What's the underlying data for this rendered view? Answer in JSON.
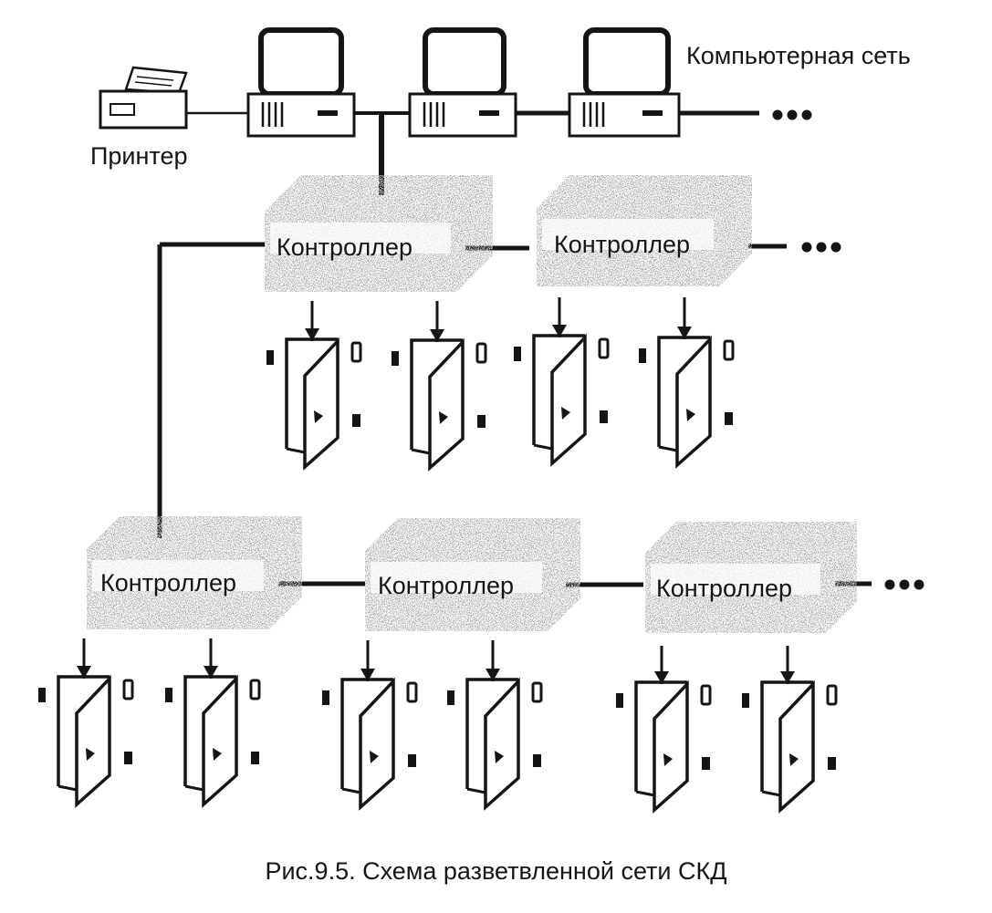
{
  "diagram": {
    "network_label": "Компьютерная сеть",
    "printer_label": "Принтер",
    "controller_label": "Контроллер",
    "caption": "Рис.9.5. Схема разветвленной сети СКД",
    "colors": {
      "ink": "#151515",
      "paper": "#ffffff",
      "noise": "#7a7a7a"
    },
    "icons": {
      "computer": "computer-icon",
      "printer": "printer-icon",
      "controller": "controller-box",
      "door": "door-icon",
      "reader": "card-reader-icon",
      "ellipsis": "ellipsis-dots"
    }
  }
}
